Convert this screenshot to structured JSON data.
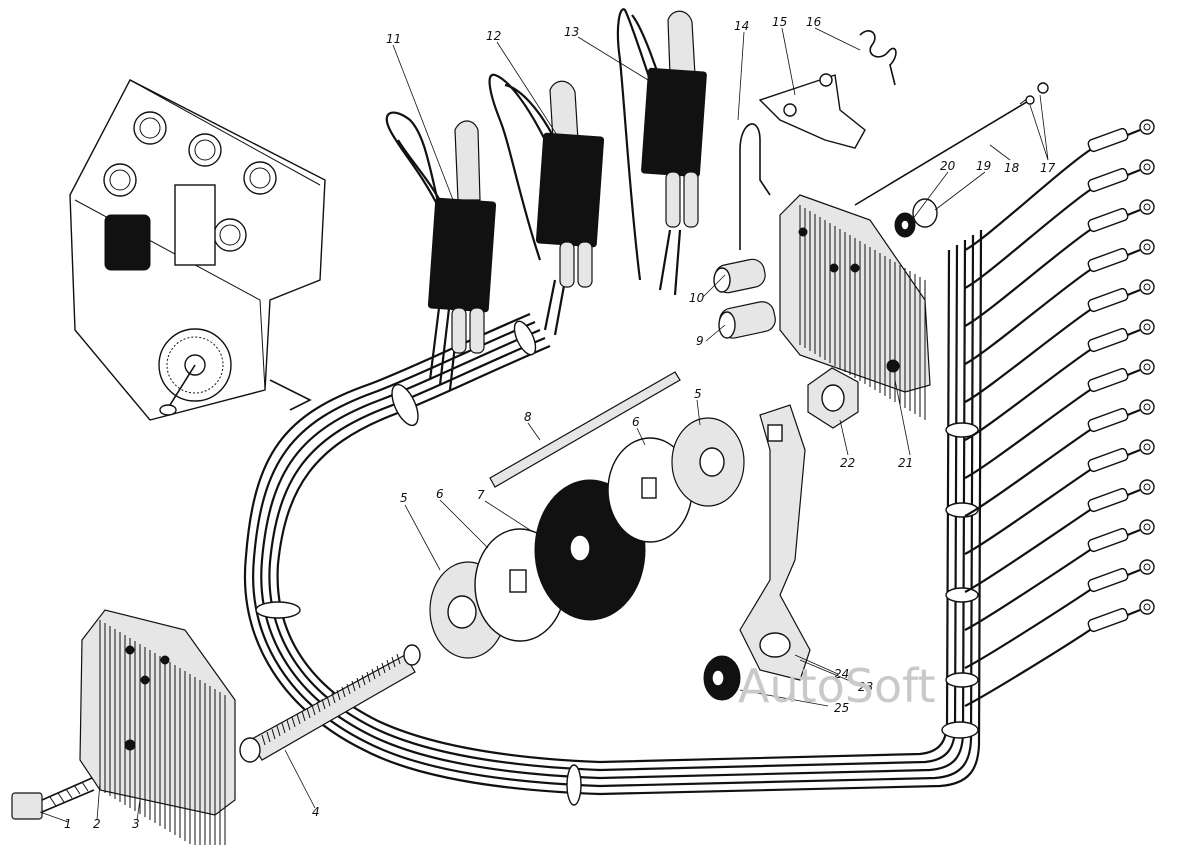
{
  "diagram": {
    "type": "exploded-parts-drawing",
    "callouts": [
      {
        "id": "c1",
        "label": "1"
      },
      {
        "id": "c2",
        "label": "2"
      },
      {
        "id": "c3",
        "label": "3"
      },
      {
        "id": "c4",
        "label": "4"
      },
      {
        "id": "c5a",
        "label": "5"
      },
      {
        "id": "c5b",
        "label": "5"
      },
      {
        "id": "c6a",
        "label": "6"
      },
      {
        "id": "c6b",
        "label": "6"
      },
      {
        "id": "c7",
        "label": "7"
      },
      {
        "id": "c8",
        "label": "8"
      },
      {
        "id": "c9",
        "label": "9"
      },
      {
        "id": "c10",
        "label": "10"
      },
      {
        "id": "c11",
        "label": "11"
      },
      {
        "id": "c12",
        "label": "12"
      },
      {
        "id": "c13",
        "label": "13"
      },
      {
        "id": "c14",
        "label": "14"
      },
      {
        "id": "c15",
        "label": "15"
      },
      {
        "id": "c16",
        "label": "16"
      },
      {
        "id": "c17",
        "label": "17"
      },
      {
        "id": "c18",
        "label": "18"
      },
      {
        "id": "c19",
        "label": "19"
      },
      {
        "id": "c20",
        "label": "20"
      },
      {
        "id": "c21",
        "label": "21"
      },
      {
        "id": "c22",
        "label": "22"
      },
      {
        "id": "c23",
        "label": "23"
      },
      {
        "id": "c24",
        "label": "24"
      },
      {
        "id": "c25",
        "label": "25"
      }
    ],
    "watermark": "AutoSoft"
  }
}
